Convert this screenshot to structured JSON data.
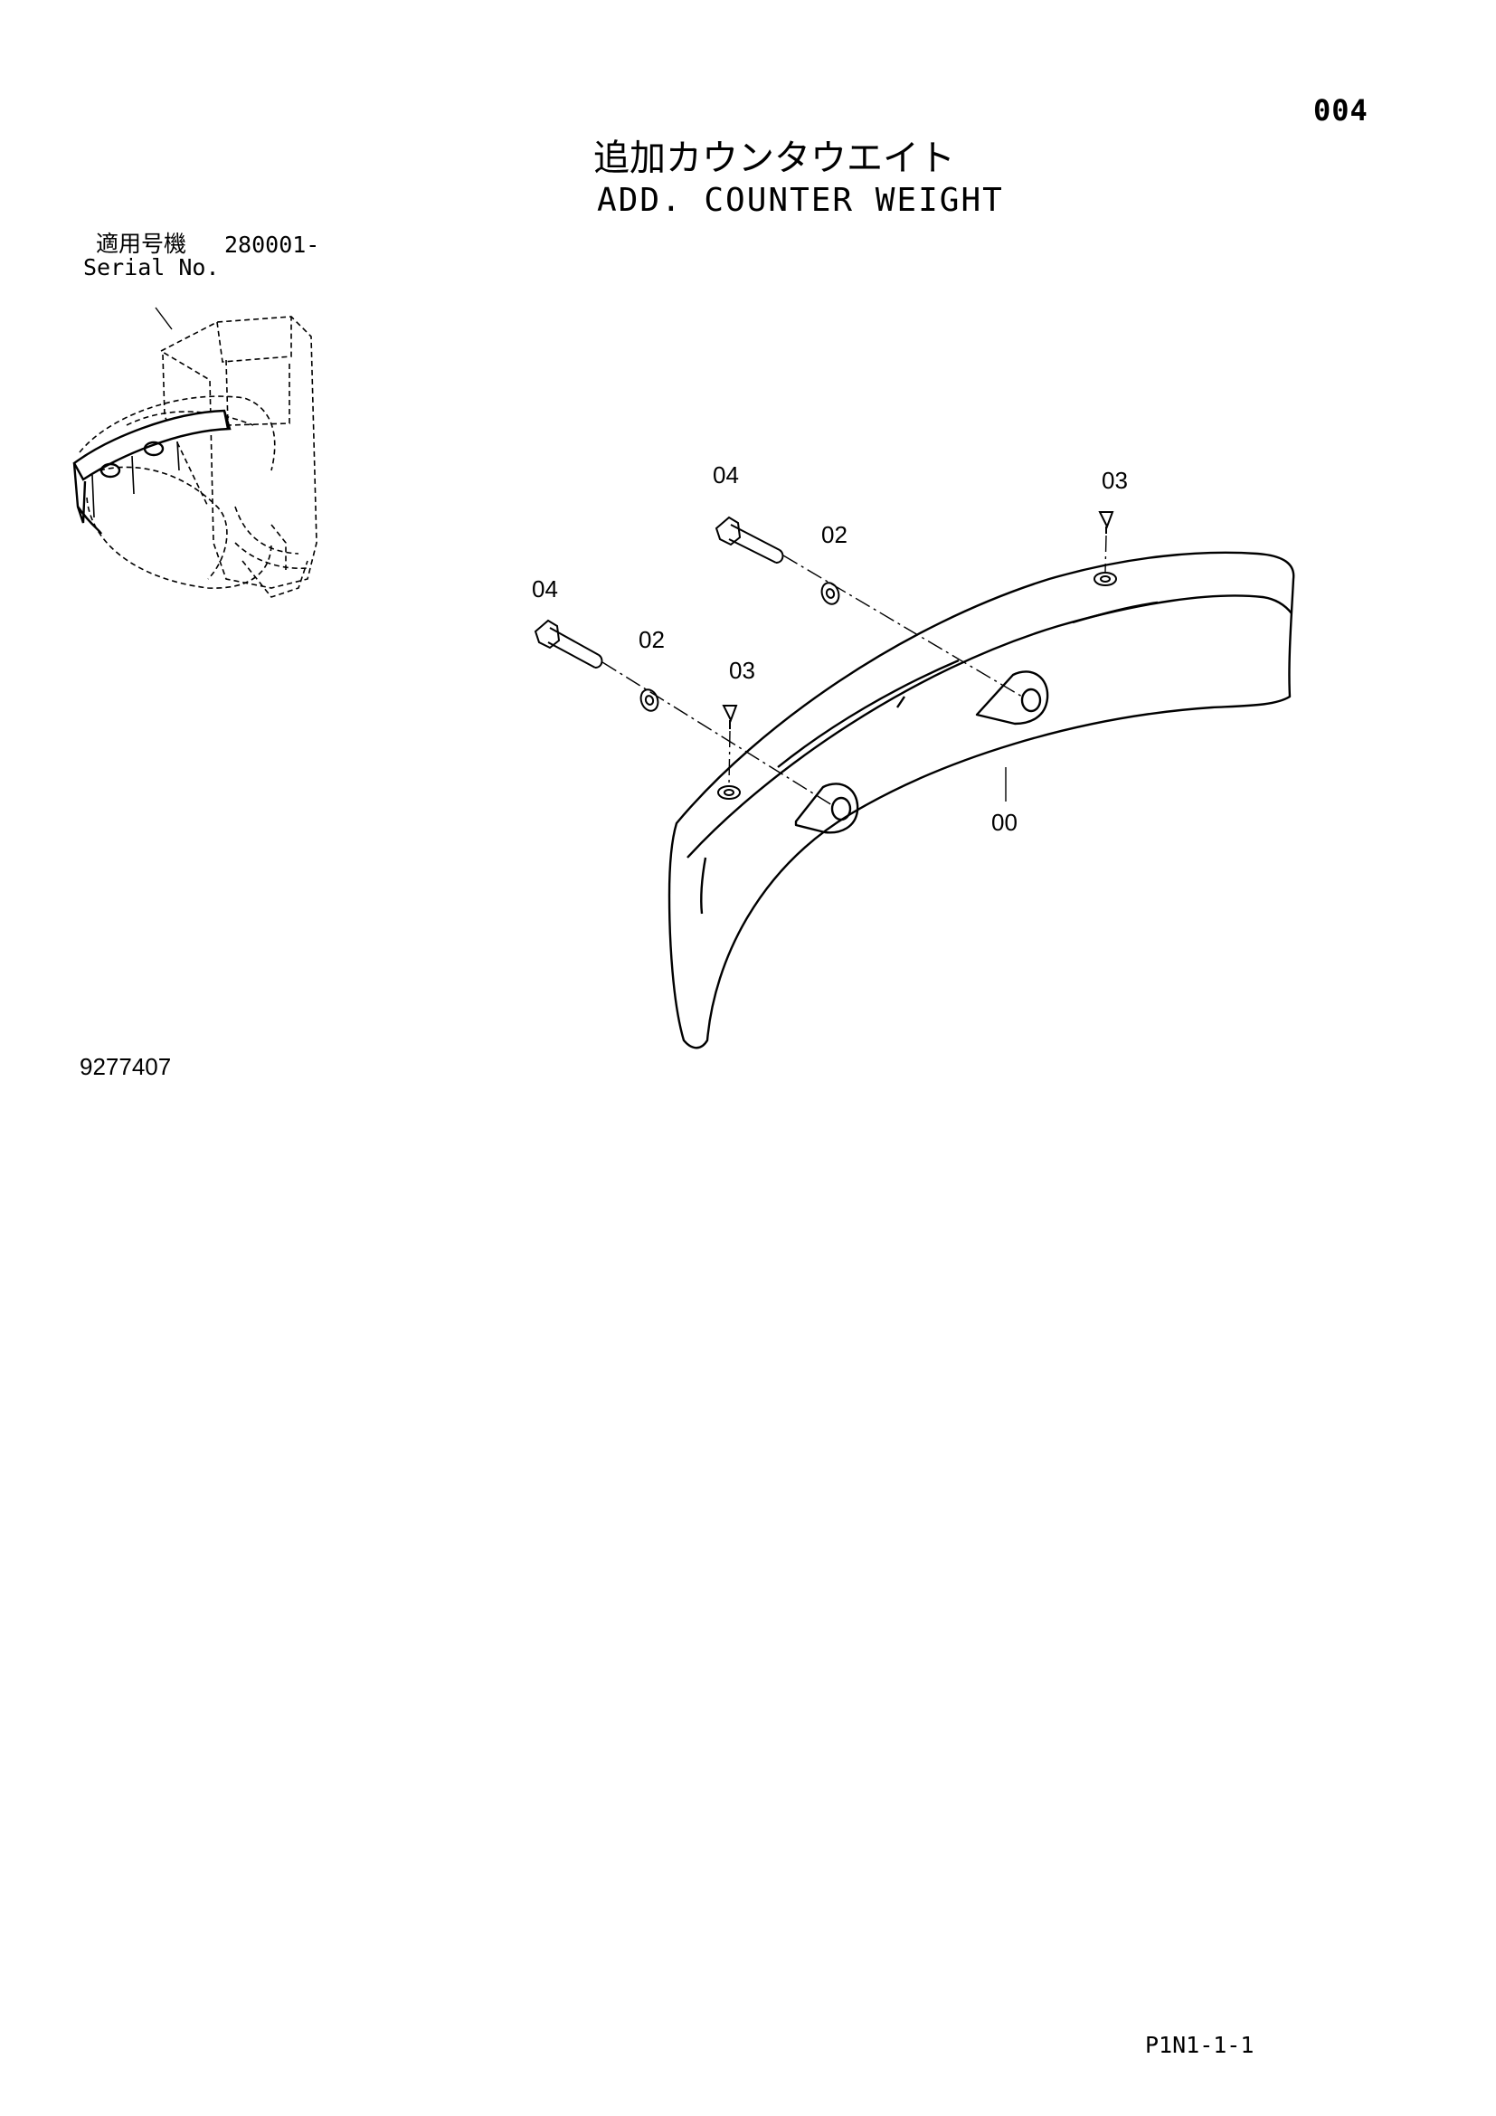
{
  "header": {
    "page_number": "004",
    "title_jp": "追加カウンタウエイト",
    "title_en": "ADD. COUNTER WEIGHT"
  },
  "applicability": {
    "label_jp": "適用号機",
    "label_en": "Serial No.",
    "range": "280001-"
  },
  "callouts": {
    "part_00": "00",
    "part_02_a": "02",
    "part_02_b": "02",
    "part_03_a": "03",
    "part_03_b": "03",
    "part_04_a": "04",
    "part_04_b": "04"
  },
  "footer": {
    "drawing_number": "9277407",
    "sheet_ref": "P1N1-1-1"
  }
}
